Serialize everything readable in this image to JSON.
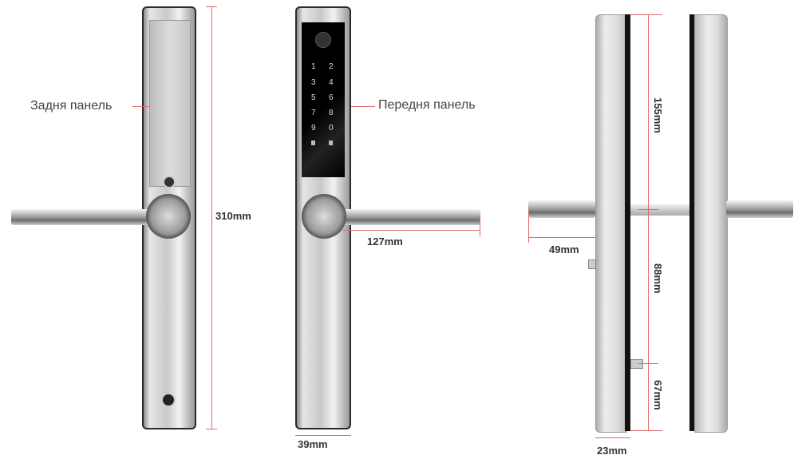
{
  "labels": {
    "back_panel": "Задня панель",
    "front_panel": "Передня панель"
  },
  "dimensions": {
    "height": "310mm",
    "handle_length": "127mm",
    "width": "39mm",
    "upper": "155mm",
    "middle": "88mm",
    "lower": "67mm",
    "handle_projection": "49mm",
    "thickness": "23mm"
  },
  "keypad": [
    "1",
    "2",
    "3",
    "4",
    "5",
    "6",
    "7",
    "8",
    "9",
    "0"
  ],
  "colors": {
    "dimension_line": "#e06a6a"
  }
}
